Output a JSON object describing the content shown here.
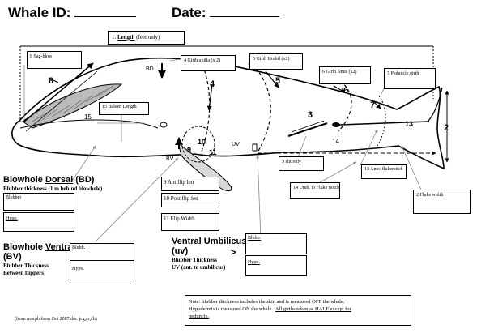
{
  "header": {
    "whale_id_label": "Whale ID:",
    "date_label": "Date:"
  },
  "diagram": {
    "length_label": "1. Length (feet only)",
    "length_num": "1.",
    "length_word": "Length",
    "length_unit": "(feet only)",
    "labels": {
      "bd": "BD",
      "bv": "BV",
      "uv": "UV"
    },
    "numbers": {
      "n2": "2",
      "n3": "3",
      "n4": "4",
      "n5": "5",
      "n6": "6",
      "n7": "7",
      "n8": "8",
      "n9": "9",
      "n10": "10",
      "n11": "11",
      "n13": "13",
      "n14": "14",
      "n15": "15"
    },
    "boxes": {
      "sagblow": "8 Sag-blow",
      "girth_axilla": "4 Girth axilla (x 2)",
      "girth_umbil": "5 Girth Umbil (x2)",
      "girth_anus": "6 Girth Anus (x2)",
      "peduncle": "7 Peduncle girth",
      "baleen": "15 Baleen Length",
      "slit": "3 slit only",
      "umb_fluke": "14 Umb. to Fluke notch",
      "anus_fluke": "13 Anus-flukenotch",
      "fluke_width": "2 Fluke width",
      "ant_flip": "9 Ant flip len",
      "post_flip": "10 Post flip len",
      "flip_width": "11 Flip Width"
    }
  },
  "blowhole_dorsal": {
    "title_prefix": "Blowhole ",
    "title_u": "Dorsal",
    "title_suffix": " (BD)",
    "subtitle": "Blubber thickness (1 m behind blowhole)",
    "blubber": "Blubber",
    "hypo": "Hypo."
  },
  "blowhole_ventral": {
    "title_prefix": "Blowhole ",
    "title_u": "Ventral",
    "title_suffix": " (BV)",
    "sub1": "Blubber Thickness",
    "sub2": "Between flippers",
    "blubb": "Blubb.",
    "hypo": "Hypo."
  },
  "ventral_umbilicus": {
    "title_prefix": "Ventral ",
    "title_u": "Umbilicus",
    "title_suffix": " (uv)",
    "arrow": ">",
    "sub1": "Blubber Thickness",
    "sub2": "UV (ant. to umbilicus)",
    "blubb": "Blubb.",
    "hypo": "Hypo."
  },
  "note": {
    "line1": "Note: blubber thickness includes the skin and is measured OFF the whale.",
    "line2": "Hypodermis is measured ON the whale.",
    "line2b": "All girths taken as HALF except for",
    "line3": "peduncle."
  },
  "footer": {
    "source": "(from morph form Oct 2007.doc jcg,cr,ch)"
  },
  "colors": {
    "ink": "#000000",
    "guide": "#888888"
  }
}
